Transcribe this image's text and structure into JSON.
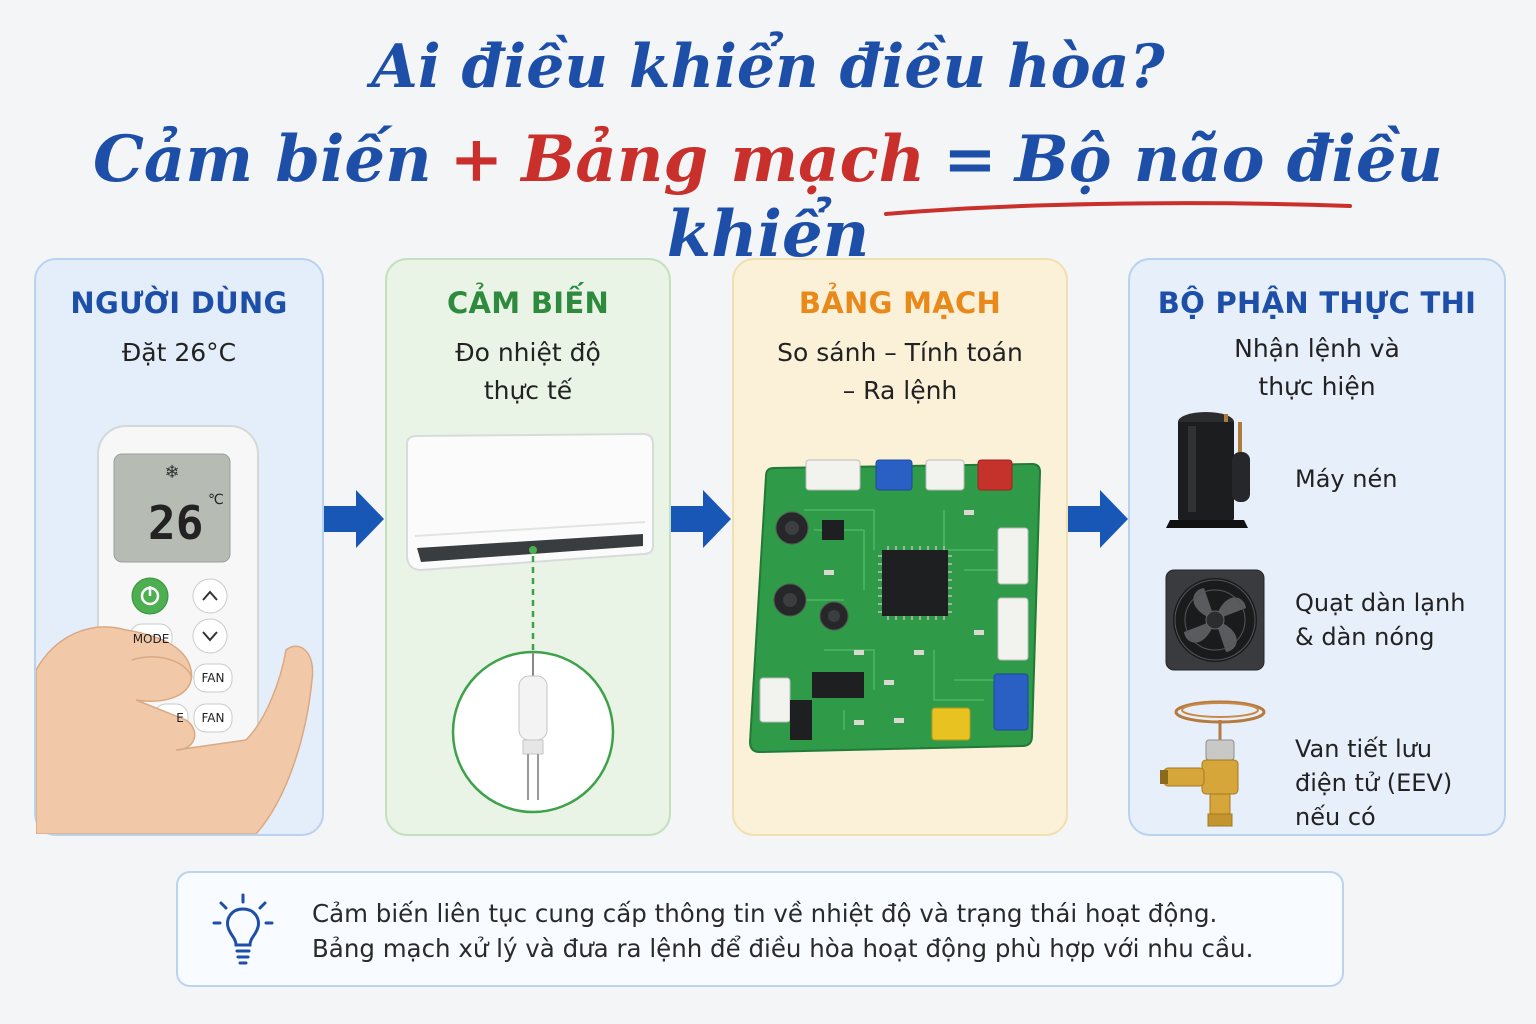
{
  "title": {
    "line1": "Ai điều khiển điều hòa?",
    "part1": "Cảm biến",
    "plus": "+",
    "part2": "Bảng mạch",
    "equals": "=",
    "part3": "Bộ não điều khiển"
  },
  "cards": {
    "user": {
      "title": "NGƯỜI DÙNG",
      "subtitle": "Đặt 26°C",
      "remote": {
        "display": "26",
        "unit": "℃",
        "mode_label": "MODE",
        "fan_label": "FAN",
        "fan_label_2": "FAN",
        "partial_label": "E"
      }
    },
    "sensor": {
      "title": "CẢM BIẾN",
      "subtitle_line1": "Đo nhiệt độ",
      "subtitle_line2": "thực tế"
    },
    "board": {
      "title": "BẢNG MẠCH",
      "subtitle_line1": "So sánh – Tính toán",
      "subtitle_line2": "– Ra lệnh"
    },
    "actuator": {
      "title": "BỘ PHẬN THỰC THI",
      "subtitle_line1": "Nhận lệnh và",
      "subtitle_line2": "thực hiện",
      "items": [
        {
          "lines": [
            "Máy nén"
          ],
          "icon": "compressor-icon"
        },
        {
          "lines": [
            "Quạt dàn lạnh",
            "& dàn nóng"
          ],
          "icon": "fan-unit-icon"
        },
        {
          "lines": [
            "Van tiết lưu",
            "điện tử (EEV)",
            "nếu có"
          ],
          "icon": "expansion-valve-icon"
        }
      ]
    }
  },
  "tip": {
    "icon": "lightbulb-icon",
    "line1": "Cảm biến liên tục cung cấp thông tin về nhiệt độ và trạng thái hoạt động.",
    "line2": "Bảng mạch xử lý và đưa ra lệnh để điều hòa hoạt động phù hợp với nhu cầu."
  },
  "colors": {
    "blue": "#1d4fa8",
    "red": "#c9302c",
    "green": "#2e8b3e",
    "orange": "#e8891a",
    "arrow": "#1857b6"
  }
}
